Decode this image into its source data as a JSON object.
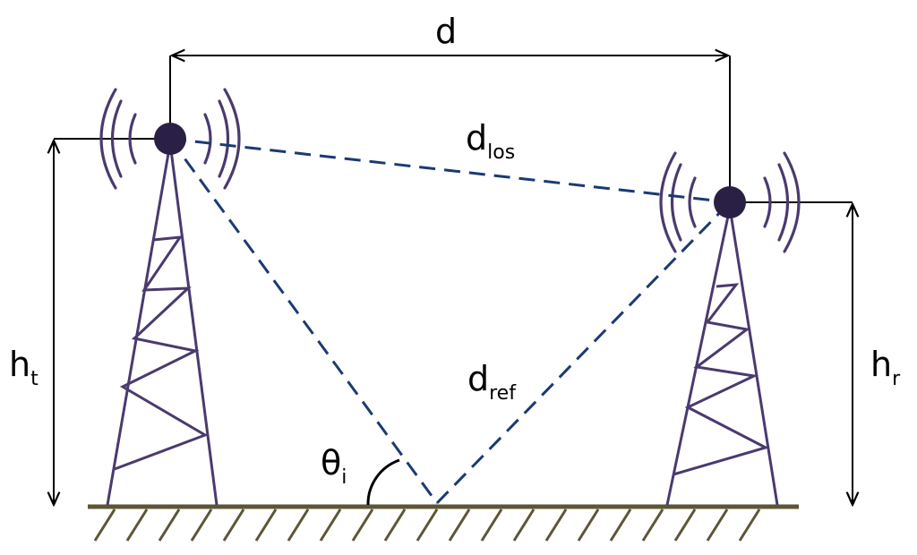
{
  "labels": {
    "distance": "d",
    "los_main": "d",
    "los_sub": "los",
    "ref_main": "d",
    "ref_sub": "ref",
    "ht_main": "h",
    "ht_sub": "t",
    "hr_main": "h",
    "hr_sub": "r",
    "theta_main": "θ",
    "theta_sub": "i"
  },
  "colors": {
    "tower": "#4a3a6e",
    "antenna": "#2a2045",
    "signal_path": "#1b3a73",
    "ground": "#5c5636",
    "dimension": "#000000"
  }
}
